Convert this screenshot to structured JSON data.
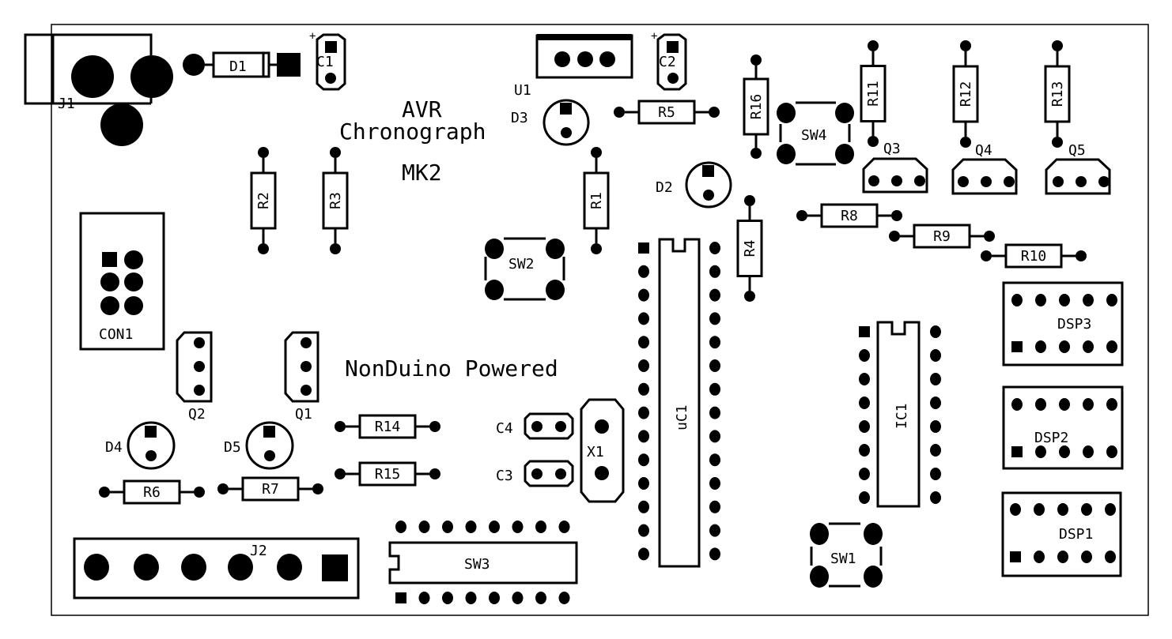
{
  "board": {
    "title_line1": "AVR",
    "title_line2": "Chronograph",
    "title_line3": "MK2",
    "subtitle": "NonDuino Powered",
    "colors": {
      "ink": "#000000",
      "board": "#ffffff"
    }
  },
  "components": {
    "J1": "J1",
    "J2": "J2",
    "D1": "D1",
    "D2": "D2",
    "D3": "D3",
    "D4": "D4",
    "D5": "D5",
    "C1": "C1",
    "C2": "C2",
    "C3": "C3",
    "C4": "C4",
    "U1": "U1",
    "R1": "R1",
    "R2": "R2",
    "R3": "R3",
    "R4": "R4",
    "R5": "R5",
    "R6": "R6",
    "R7": "R7",
    "R8": "R8",
    "R9": "R9",
    "R10": "R10",
    "R11": "R11",
    "R12": "R12",
    "R13": "R13",
    "R14": "R14",
    "R15": "R15",
    "R16": "R16",
    "Q1": "Q1",
    "Q2": "Q2",
    "Q3": "Q3",
    "Q4": "Q4",
    "Q5": "Q5",
    "SW1": "SW1",
    "SW2": "SW2",
    "SW3": "SW3",
    "SW4": "SW4",
    "CON1": "CON1",
    "X1": "X1",
    "uC1": "uC1",
    "IC1": "IC1",
    "DSP1": "DSP1",
    "DSP2": "DSP2",
    "DSP3": "DSP3",
    "plus_marker": "+"
  }
}
